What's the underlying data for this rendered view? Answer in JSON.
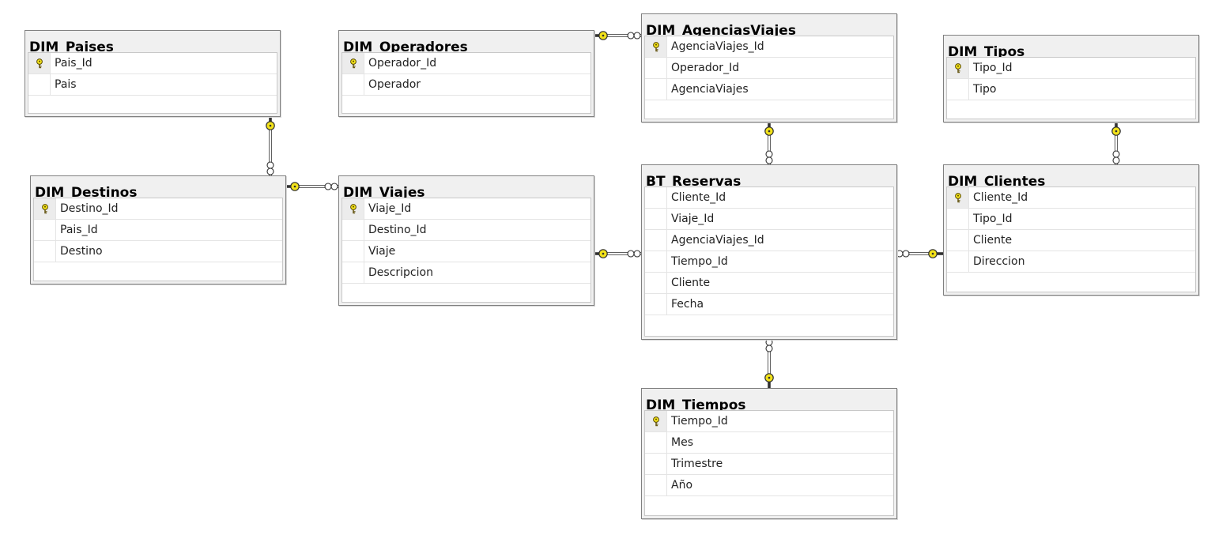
{
  "tables": [
    {
      "id": "dim-paises",
      "title": "DIM_Paises",
      "columns": [
        {
          "name": "Pais_Id",
          "pk": true
        },
        {
          "name": "Pais",
          "pk": false
        }
      ]
    },
    {
      "id": "dim-operadores",
      "title": "DIM_Operadores",
      "columns": [
        {
          "name": "Operador_Id",
          "pk": true
        },
        {
          "name": "Operador",
          "pk": false
        }
      ]
    },
    {
      "id": "dim-agenciasviajes",
      "title": "DIM_AgenciasViajes",
      "columns": [
        {
          "name": "AgenciaViajes_Id",
          "pk": true
        },
        {
          "name": "Operador_Id",
          "pk": false
        },
        {
          "name": "AgenciaViajes",
          "pk": false
        }
      ]
    },
    {
      "id": "dim-tipos",
      "title": "DIM_Tipos",
      "columns": [
        {
          "name": "Tipo_Id",
          "pk": true
        },
        {
          "name": "Tipo",
          "pk": false
        }
      ]
    },
    {
      "id": "dim-destinos",
      "title": "DIM_Destinos",
      "columns": [
        {
          "name": "Destino_Id",
          "pk": true
        },
        {
          "name": "Pais_Id",
          "pk": false
        },
        {
          "name": "Destino",
          "pk": false
        }
      ]
    },
    {
      "id": "dim-viajes",
      "title": "DIM_Viajes",
      "columns": [
        {
          "name": "Viaje_Id",
          "pk": true
        },
        {
          "name": "Destino_Id",
          "pk": false
        },
        {
          "name": "Viaje",
          "pk": false
        },
        {
          "name": "Descripcion",
          "pk": false
        }
      ]
    },
    {
      "id": "bt-reservas",
      "title": "BT_Reservas",
      "columns": [
        {
          "name": "Cliente_Id",
          "pk": false
        },
        {
          "name": "Viaje_Id",
          "pk": false
        },
        {
          "name": "AgenciaViajes_Id",
          "pk": false
        },
        {
          "name": "Tiempo_Id",
          "pk": false
        },
        {
          "name": "Cliente",
          "pk": false
        },
        {
          "name": "Fecha",
          "pk": false
        }
      ]
    },
    {
      "id": "dim-clientes",
      "title": "DIM_Clientes",
      "columns": [
        {
          "name": "Cliente_Id",
          "pk": true
        },
        {
          "name": "Tipo_Id",
          "pk": false
        },
        {
          "name": "Cliente",
          "pk": false
        },
        {
          "name": "Direccion",
          "pk": false
        }
      ]
    },
    {
      "id": "dim-tiempos",
      "title": "DIM_Tiempos",
      "columns": [
        {
          "name": "Tiempo_Id",
          "pk": true
        },
        {
          "name": "Mes",
          "pk": false
        },
        {
          "name": "Trimestre",
          "pk": false
        },
        {
          "name": "Año",
          "pk": false
        }
      ]
    }
  ],
  "relationships": [
    {
      "one": "dim-paises",
      "many": "dim-destinos"
    },
    {
      "one": "dim-destinos",
      "many": "dim-viajes"
    },
    {
      "one": "dim-operadores",
      "many": "dim-agenciasviajes"
    },
    {
      "one": "dim-agenciasviajes",
      "many": "bt-reservas"
    },
    {
      "one": "dim-viajes",
      "many": "bt-reservas"
    },
    {
      "one": "dim-clientes",
      "many": "bt-reservas"
    },
    {
      "one": "dim-tipos",
      "many": "dim-clientes"
    },
    {
      "one": "dim-tiempos",
      "many": "bt-reservas"
    }
  ],
  "colors": {
    "key_yellow": "#f2e21a",
    "line": "#606060",
    "header_bg": "#f0f0f0",
    "border": "#808080"
  }
}
